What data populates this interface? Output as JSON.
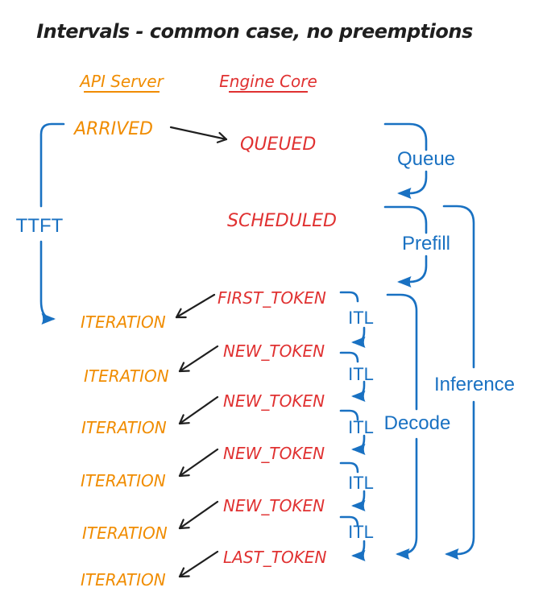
{
  "title": "Intervals - common case, no preemptions",
  "columns": {
    "api_server": "API Server",
    "engine_core": "Engine Core"
  },
  "events": {
    "arrived": "ARRIVED",
    "queued": "QUEUED",
    "scheduled": "SCHEDULED",
    "first_token": "FIRST_TOKEN",
    "new_token": "NEW_TOKEN",
    "last_token": "LAST_TOKEN",
    "iteration": "ITERATION"
  },
  "intervals": {
    "ttft": "TTFT",
    "queue": "Queue",
    "prefill": "Prefill",
    "itl": "ITL",
    "decode": "Decode",
    "inference": "Inference"
  },
  "colors": {
    "api_server_accent": "#f08c00",
    "engine_core_accent": "#e03131",
    "interval_accent": "#1971c2",
    "arrow_color": "#1f1f1f"
  }
}
